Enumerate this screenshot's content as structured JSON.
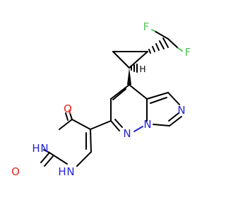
{
  "molecule": {
    "atoms": {
      "f_top": "F",
      "f_bottom": "F",
      "o_top": "O",
      "o_bottom": "O",
      "n_nh_upper": "N",
      "h_nh_upper": "H",
      "n_nh_lower": "N",
      "h_nh_lower": "H",
      "n_pyridazine": "N",
      "n_bridge": "N",
      "n_imidazole": "N",
      "h_stereo": "H"
    }
  }
}
